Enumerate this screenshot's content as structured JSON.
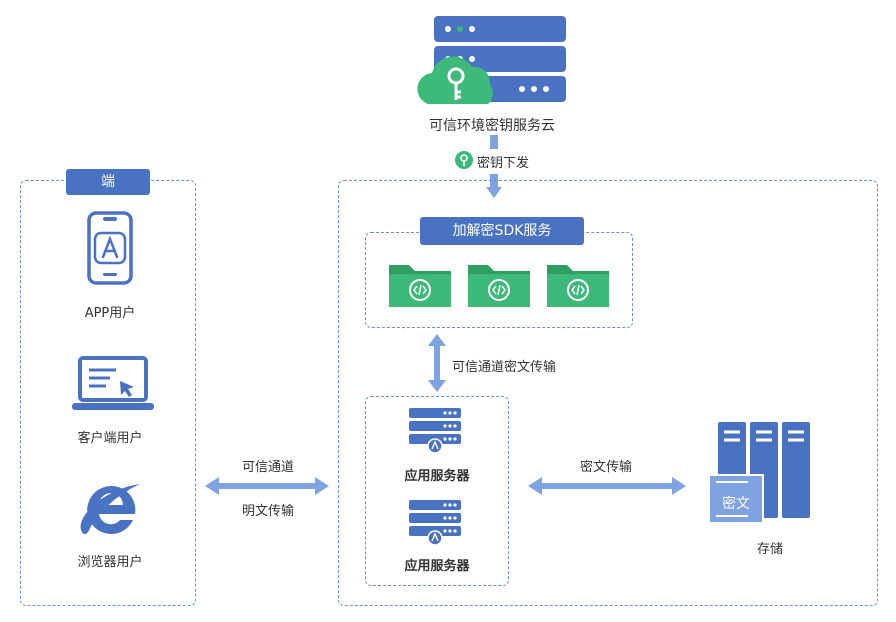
{
  "cloud": {
    "label": "可信环境密钥服务云"
  },
  "key_issue": {
    "label": "密钥下发"
  },
  "client_panel": {
    "title": "端",
    "items": [
      {
        "label": "APP用户",
        "icon": "phone-app-icon"
      },
      {
        "label": "客户端用户",
        "icon": "laptop-icon"
      },
      {
        "label": "浏览器用户",
        "icon": "browser-ie-icon"
      }
    ]
  },
  "sdk": {
    "title": "加解密SDK服务",
    "folder_icon": "code-folder-icon"
  },
  "channel_sdk": {
    "label": "可信通道密文传输"
  },
  "channel_client": {
    "label_top": "可信通道",
    "label_bottom": "明文传输"
  },
  "servers": [
    {
      "label": "应用服务器"
    },
    {
      "label": "应用服务器"
    }
  ],
  "storage_channel": {
    "label": "密文传输"
  },
  "storage": {
    "label": "存储",
    "doc_label": "密文"
  },
  "colors": {
    "primary_blue": "#4a72c2",
    "light_blue": "#7fa3e0",
    "green": "#3dba7a",
    "dark_green": "#2e9e62",
    "dashed_border": "#6d8fd0"
  }
}
